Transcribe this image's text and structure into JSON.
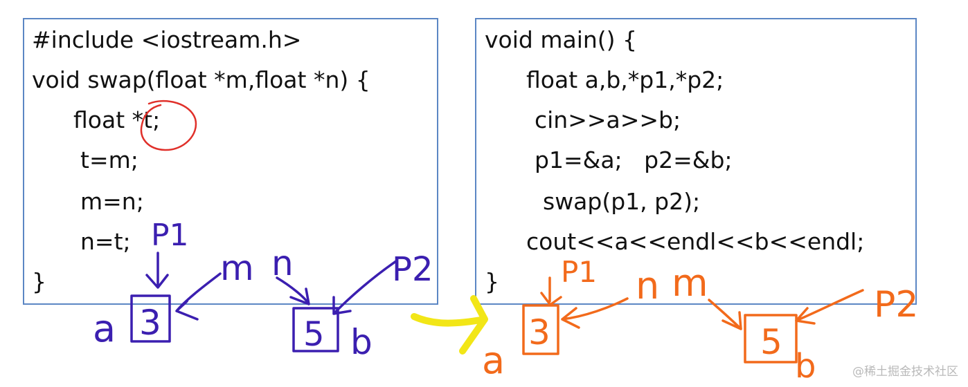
{
  "left_panel": {
    "lines": [
      "#include <iostream.h>",
      "void swap(float *m,float *n) {",
      "float *t;",
      "t=m;",
      "m=n;",
      "n=t;",
      "}"
    ]
  },
  "right_panel": {
    "lines": [
      "void main() {",
      "float a,b,*p1,*p2;",
      "cin>>a>>b;",
      "p1=&a;   p2=&b;",
      "swap(p1, p2);",
      "cout<<a<<endl<<b<<endl;",
      "}"
    ]
  },
  "annotations": {
    "left": {
      "label_p1": "P1",
      "label_m": "m",
      "label_n": "n",
      "label_p2": "P2",
      "label_a": "a",
      "label_b": "b",
      "box_a_value": "3",
      "box_b_value": "5"
    },
    "right": {
      "label_p1": "P1",
      "label_n": "n",
      "label_m": "m",
      "label_p2": "P2",
      "label_a": "a",
      "label_b": "b",
      "box_a_value": "3",
      "box_b_value": "5"
    }
  },
  "watermark": "@稀土掘金技术社区",
  "colors": {
    "panel_border": "#5b86c4",
    "code_text": "#111111",
    "circle_mark": "#e0302a",
    "left_ink": "#3b1fb0",
    "right_ink": "#f26a1b",
    "arrow_yellow": "#f2e617"
  }
}
